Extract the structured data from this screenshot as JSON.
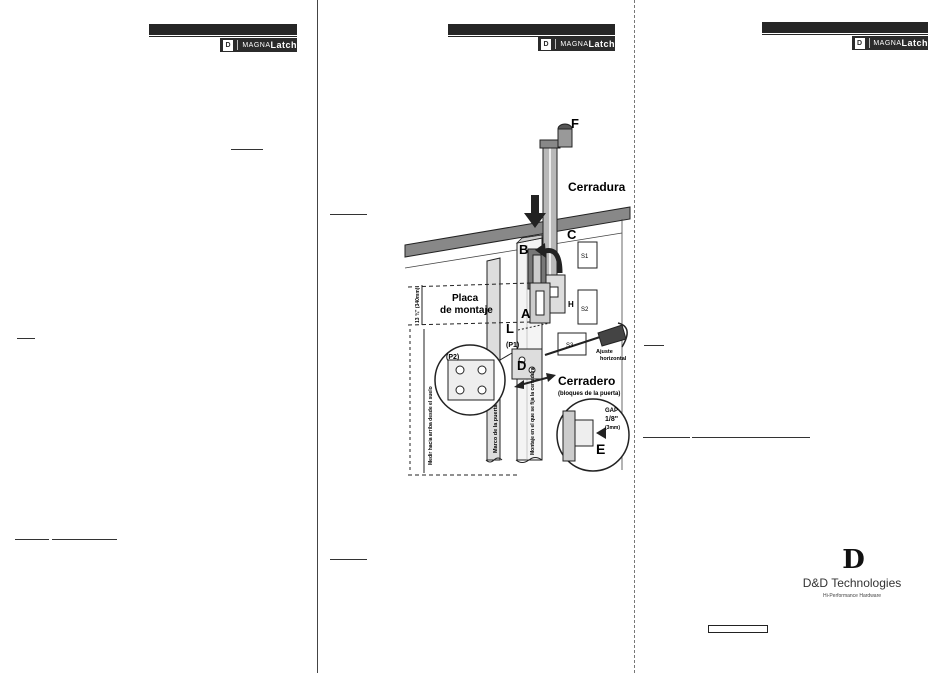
{
  "brand": {
    "logo_prefix": "MAGNA",
    "logo_suffix": "Latch",
    "logo_mark": "D",
    "company_name": "D&D Technologies",
    "company_tagline": "Hi-Performance Hardware",
    "company_symbol": "D"
  },
  "diagram": {
    "label_f": "F",
    "label_cerradura": "Cerradura",
    "label_b": "B",
    "label_c": "C",
    "label_a": "A",
    "label_h": "H",
    "label_l": "L",
    "label_p1": "(P1)",
    "label_p2": "(P2)",
    "label_d": "D",
    "label_e": "E",
    "label_placa_1": "Placa",
    "label_placa_2": "de montaje",
    "label_cerradero": "Cerradero",
    "label_cerradero_sub": "(bloques de la puerta)",
    "label_ajuste_1": "Ajuste",
    "label_ajuste_2": "horizontal",
    "label_gap_1": "GAP",
    "label_gap_2": "1/8\"",
    "label_gap_3": "(3mm)",
    "label_s1": "S1",
    "label_s2": "S2",
    "label_s3": "S3",
    "label_measure_top": "13 ¾\" (340mm)",
    "label_measure_floor": "Medir hacia arriba desde el suelo",
    "label_marco": "Marco de la puerta",
    "label_montaje": "Montaje en el que se fija la cerradura"
  }
}
